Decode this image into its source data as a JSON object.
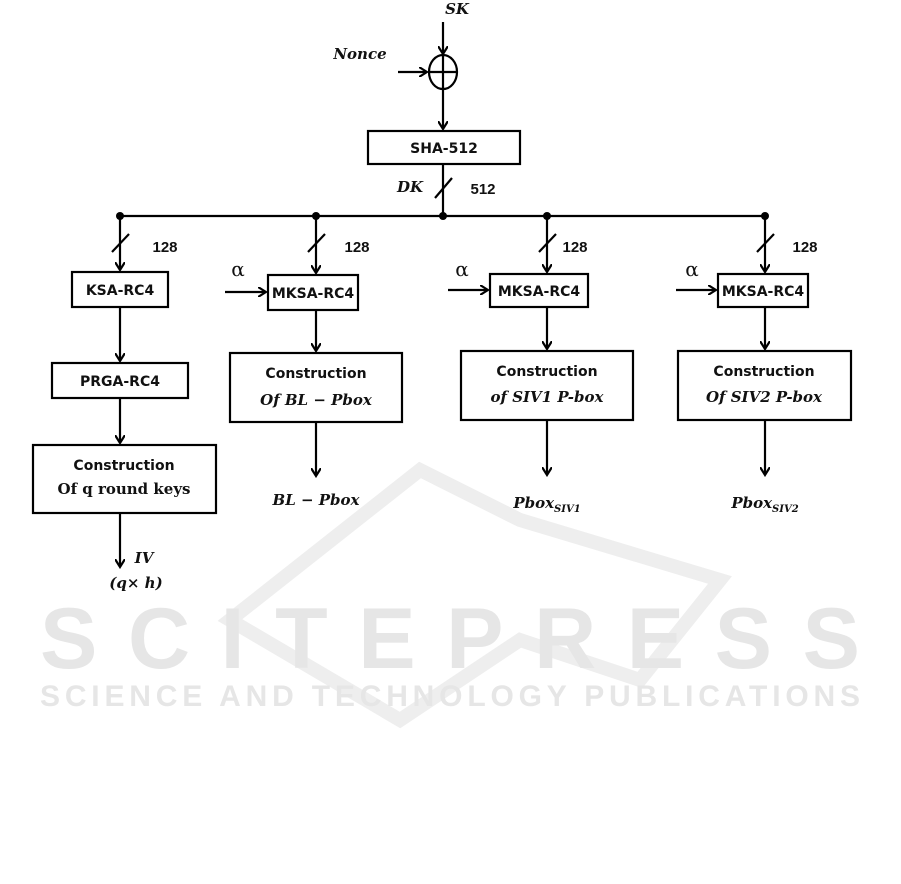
{
  "inputs": {
    "sk": "SK",
    "nonce": "Nonce",
    "alpha": "α"
  },
  "hash": {
    "label": "SHA-512",
    "output": "DK",
    "width": "512"
  },
  "branch_width": "128",
  "branches": [
    {
      "ksa": "KSA-RC4",
      "prga": "PRGA-RC4",
      "construct_line1": "Construction",
      "construct_line2": "Of q round keys",
      "output_line1": "IV",
      "output_line2": "(q× h)"
    },
    {
      "ksa": "MKSA-RC4",
      "construct_line1": "Construction",
      "construct_line2": "Of BL − Pbox",
      "output": "BL − Pbox"
    },
    {
      "ksa": "MKSA-RC4",
      "construct_line1": "Construction",
      "construct_line2": "of SIV1 P-box",
      "output": "Pbox",
      "output_sub": "SIV1"
    },
    {
      "ksa": "MKSA-RC4",
      "construct_line1": "Construction",
      "construct_line2": "Of SIV2 P-box",
      "output": "Pbox",
      "output_sub": "SIV2"
    }
  ],
  "watermark": {
    "title": "SCITEPRESS",
    "subtitle": "SCIENCE AND TECHNOLOGY PUBLICATIONS"
  }
}
